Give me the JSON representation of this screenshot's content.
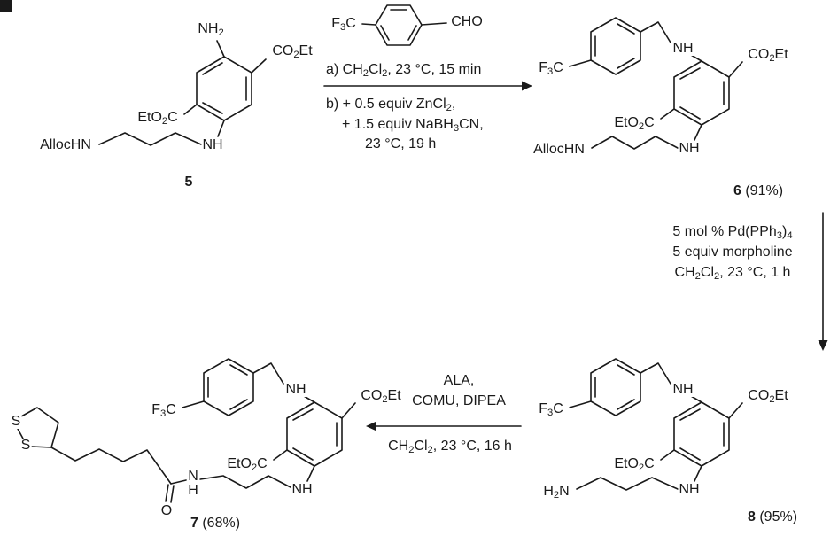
{
  "colors": {
    "ink": "#1a1a1a",
    "paper": "#ffffff"
  },
  "compound5": {
    "nh2": "NH2",
    "co2et": "CO2Et",
    "eto2c": "EtO2C",
    "allochn": "AllocHN",
    "nh": "NH",
    "number": "5"
  },
  "aldehyde": {
    "f3c": "F3C",
    "cho": "CHO"
  },
  "step1": {
    "line_a": "a) CH2Cl2, 23 °C, 15 min",
    "line_b1": "b) + 0.5 equiv ZnCl2,",
    "line_b2": "+ 1.5 equiv NaBH3CN,",
    "line_b3": "23 °C, 19 h"
  },
  "compound6": {
    "f3c": "F3C",
    "nh_top": "NH",
    "co2et": "CO2Et",
    "eto2c": "EtO2C",
    "allochn": "AllocHN",
    "nh_bottom": "NH",
    "number": "6",
    "yield": "(91%)"
  },
  "step2": {
    "line1": "5 mol % Pd(PPh3)4",
    "line2": "5 equiv morpholine",
    "line3": "CH2Cl2, 23 °C, 1 h"
  },
  "compound8": {
    "f3c": "F3C",
    "nh_top": "NH",
    "co2et": "CO2Et",
    "eto2c": "EtO2C",
    "h2n": "H2N",
    "nh_bottom": "NH",
    "number": "8",
    "yield": "(95%)"
  },
  "step3": {
    "line1": "ALA,",
    "line2": "COMU, DIPEA",
    "line3": "CH2Cl2, 23 °C, 16 h"
  },
  "compound7": {
    "f3c": "F3C",
    "nh_top": "NH",
    "co2et": "CO2Et",
    "eto2c": "EtO2C",
    "amide_n": "N",
    "amide_h": "H",
    "carbonyl_o": "O",
    "s_top": "S",
    "s_bottom": "S",
    "nh_bottom": "NH",
    "number": "7",
    "yield": "(68%)"
  }
}
